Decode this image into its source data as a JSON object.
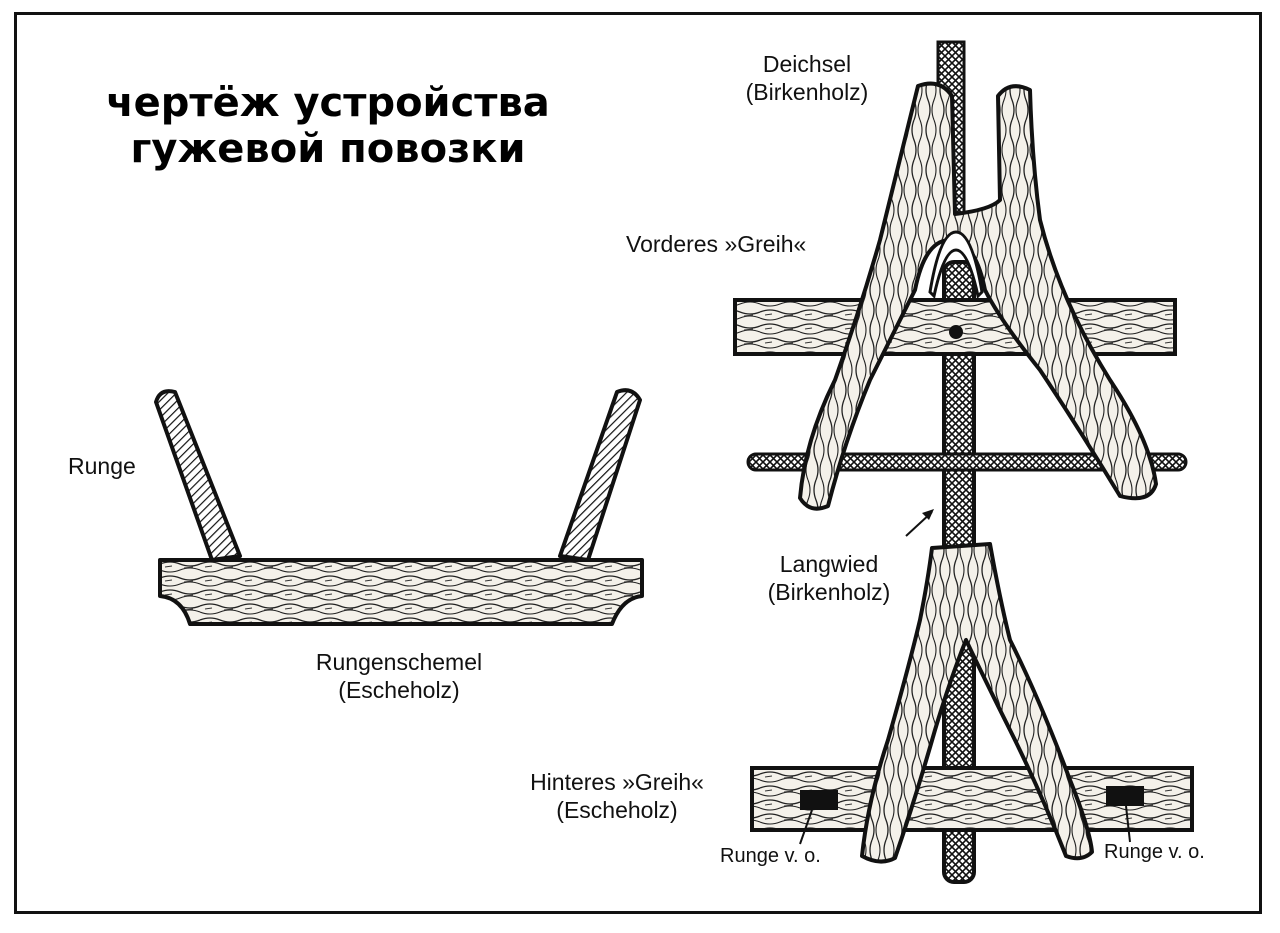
{
  "title": {
    "line1": "чертёж устройства",
    "line2": "гужевой повозки"
  },
  "labels": {
    "deichsel": "Deichsel",
    "deichsel_material": "(Birkenholz)",
    "vorderes_greih": "Vorderes »Greih«",
    "runge": "Runge",
    "langwied": "Langwied",
    "langwied_material": "(Birkenholz)",
    "rungenschemel": "Rungenschemel",
    "rungenschemel_material": "(Escheholz)",
    "hinteres_greih": "Hinteres »Greih«",
    "hinteres_greih_material": "(Escheholz)",
    "runge_vo_left": "Runge v. o.",
    "runge_vo_right": "Runge v. o."
  },
  "colors": {
    "ink": "#111111",
    "wood": "#f4f1ea",
    "background": "#ffffff"
  }
}
